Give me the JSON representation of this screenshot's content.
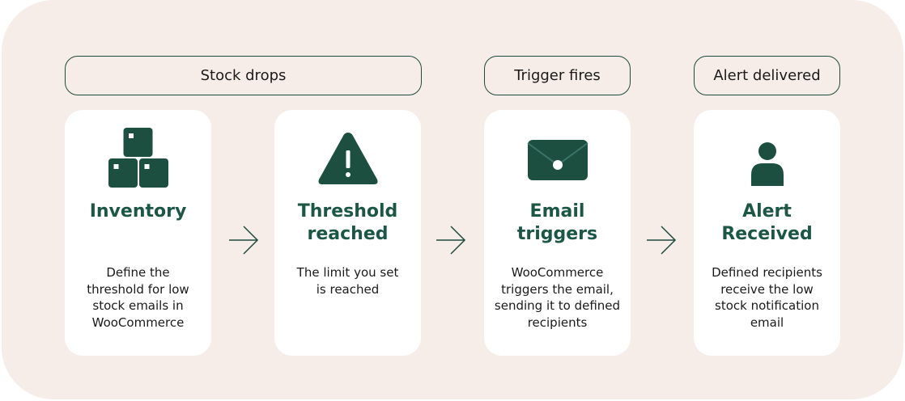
{
  "stages": {
    "stock_drops": "Stock drops",
    "trigger_fires": "Trigger fires",
    "alert_delivered": "Alert delivered"
  },
  "cards": [
    {
      "icon": "boxes-icon",
      "title": "Inventory",
      "desc": "Define the\nthreshold for low\nstock emails in\nWooCommerce"
    },
    {
      "icon": "warning-icon",
      "title": "Threshold\nreached",
      "desc": "The limit you set\nis reached"
    },
    {
      "icon": "envelope-icon",
      "title": "Email\ntriggers",
      "desc": "WooCommerce\ntriggers the email,\nsending it to defined\nrecipients"
    },
    {
      "icon": "person-icon",
      "title": "Alert\nReceived",
      "desc": "Defined recipients\nreceive the low\nstock notification\nemail"
    }
  ],
  "colors": {
    "background": "#f6ede8",
    "card": "#ffffff",
    "accent": "#1c5745",
    "icon_dark": "#1d4f41"
  }
}
